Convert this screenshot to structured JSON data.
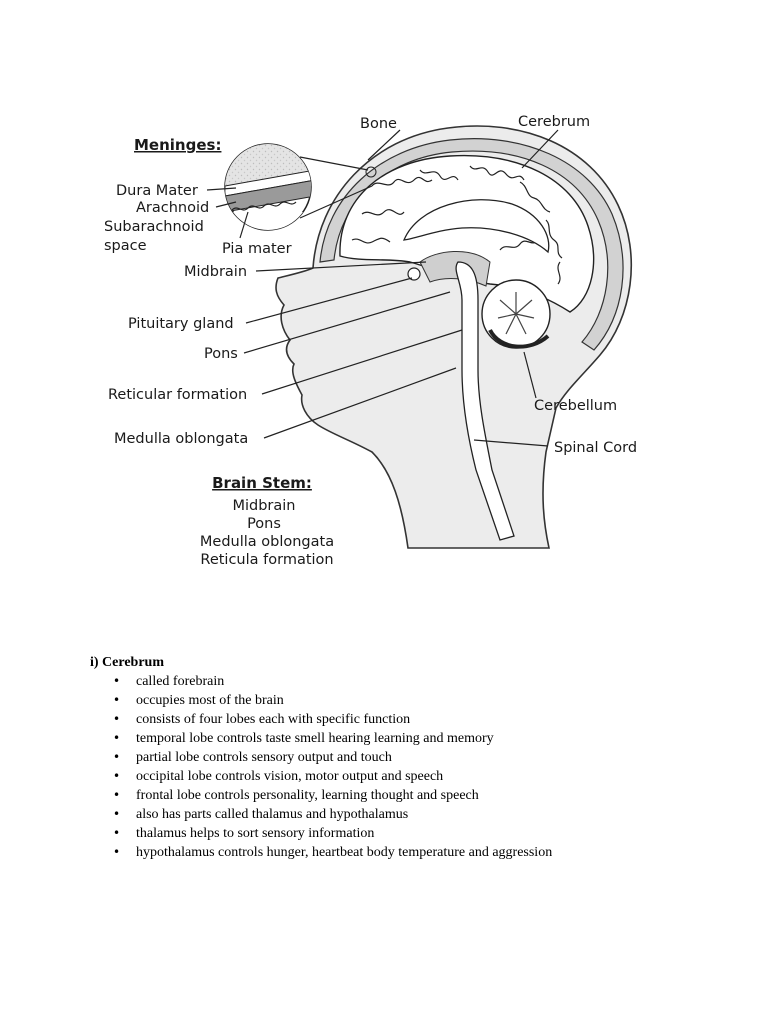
{
  "diagram": {
    "labels": {
      "bone": "Bone",
      "cerebrum": "Cerebrum",
      "meninges_header": "Meninges:",
      "dura_mater": "Dura Mater",
      "arachnoid": "Arachnoid",
      "subarachnoid": "Subarachnoid",
      "space": "space",
      "pia_mater": "Pia mater",
      "midbrain": "Midbrain",
      "pituitary": "Pituitary gland",
      "pons": "Pons",
      "reticular": "Reticular formation",
      "medulla": "Medulla oblongata",
      "cerebellum": "Cerebellum",
      "spinal_cord": "Spinal Cord"
    },
    "brain_stem": {
      "header": "Brain Stem:",
      "items": [
        "Midbrain",
        "Pons",
        "Medulla oblongata",
        "Reticula formation"
      ]
    }
  },
  "section": {
    "title": "i) Cerebrum",
    "bullets": [
      "called forebrain",
      "occupies most of the brain",
      "consists of four lobes each with specific function",
      "temporal lobe controls taste smell hearing learning and memory",
      "partial lobe controls sensory output and touch",
      "occipital lobe controls vision, motor output and speech",
      "frontal lobe controls personality, learning thought and speech",
      "also has parts called thalamus and hypothalamus",
      "thalamus helps to sort sensory information",
      "hypothalamus controls hunger, heartbeat body temperature and aggression"
    ]
  }
}
